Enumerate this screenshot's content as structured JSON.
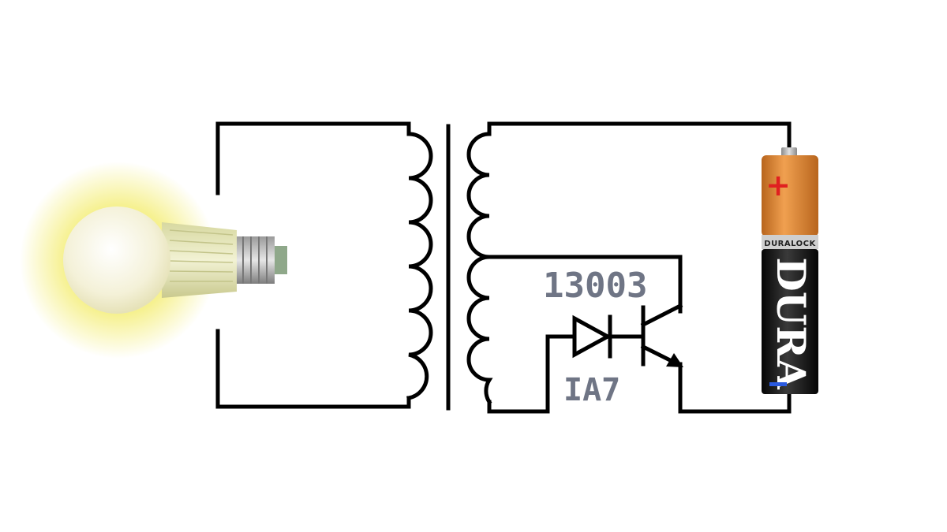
{
  "diagram": {
    "transistor_label": "13003",
    "diode_label": "IA7",
    "battery": {
      "brand_text": "DURA",
      "band_text": "DURALOCK",
      "plus_symbol": "+",
      "minus_symbol": "−",
      "plus_color": "#e02020",
      "minus_color": "#2050e0",
      "copper_color": "#d9822b",
      "body_color": "#1a1a1a"
    },
    "bulb_glow_color": "#f6f070"
  }
}
